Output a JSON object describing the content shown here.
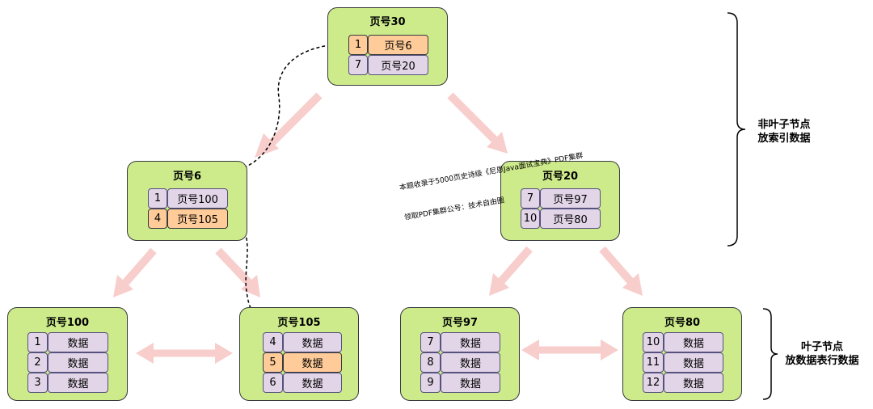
{
  "nodes": {
    "n30": {
      "title": "页号30",
      "rows": [
        {
          "k": "1",
          "v": "页号6"
        },
        {
          "k": "7",
          "v": "页号20"
        }
      ]
    },
    "n6": {
      "title": "页号6",
      "rows": [
        {
          "k": "1",
          "v": "页号100"
        },
        {
          "k": "4",
          "v": "页号105"
        }
      ]
    },
    "n20": {
      "title": "页号20",
      "rows": [
        {
          "k": "7",
          "v": "页号97"
        },
        {
          "k": "10",
          "v": "页号80"
        }
      ]
    },
    "n100": {
      "title": "页号100",
      "rows": [
        {
          "k": "1",
          "v": "数据"
        },
        {
          "k": "2",
          "v": "数据"
        },
        {
          "k": "3",
          "v": "数据"
        }
      ]
    },
    "n105": {
      "title": "页号105",
      "rows": [
        {
          "k": "4",
          "v": "数据"
        },
        {
          "k": "5",
          "v": "数据"
        },
        {
          "k": "6",
          "v": "数据"
        }
      ]
    },
    "n97": {
      "title": "页号97",
      "rows": [
        {
          "k": "7",
          "v": "数据"
        },
        {
          "k": "8",
          "v": "数据"
        },
        {
          "k": "9",
          "v": "数据"
        }
      ]
    },
    "n80": {
      "title": "页号80",
      "rows": [
        {
          "k": "10",
          "v": "数据"
        },
        {
          "k": "11",
          "v": "数据"
        },
        {
          "k": "12",
          "v": "数据"
        }
      ]
    }
  },
  "labels": {
    "non_leaf": [
      "非叶子节点",
      "放索引数据"
    ],
    "leaf": [
      "叶子节点",
      "放数据表行数据"
    ]
  },
  "watermark": {
    "line1": "本题收录于5000页史诗级《尼恩Java面试宝典》PDF集群",
    "line2": "领取PDF集群公号：技术自由圈"
  },
  "colors": {
    "node_fill": "#cdeb8b",
    "cell_fill": "#e1d5e7",
    "highlight_fill": "#ffcc99",
    "arrow": "#f8cecc"
  }
}
